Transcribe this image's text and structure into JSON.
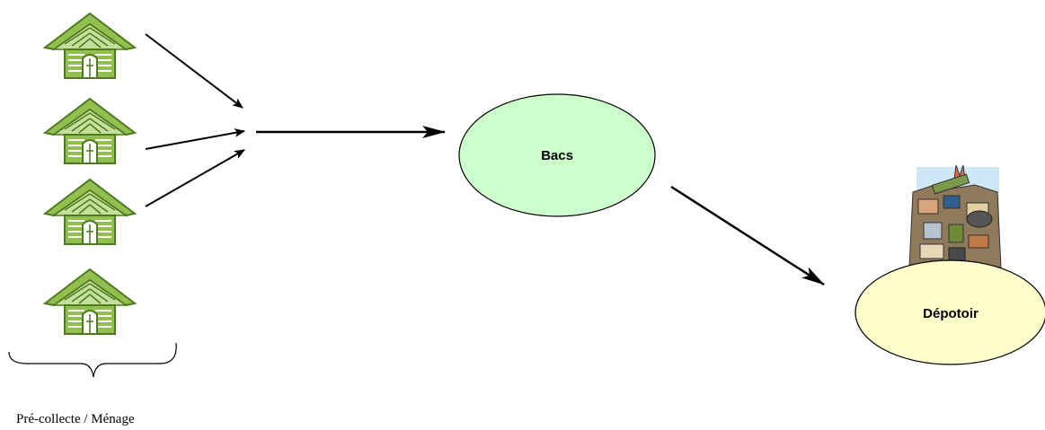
{
  "nodes": {
    "bacs": {
      "label": "Bacs",
      "fill": "#ccffcc"
    },
    "depotoir": {
      "label": "Dépotoir",
      "fill": "#ffffcc"
    }
  },
  "houses": {
    "count": 4,
    "icon": "hut-icon",
    "roof_color": "#92c050",
    "outline_color": "#5a8a28"
  },
  "dump_icon": "garbage-pile-icon",
  "caption": "Pré-collecte  / Ménage",
  "edge_color": "#000000"
}
